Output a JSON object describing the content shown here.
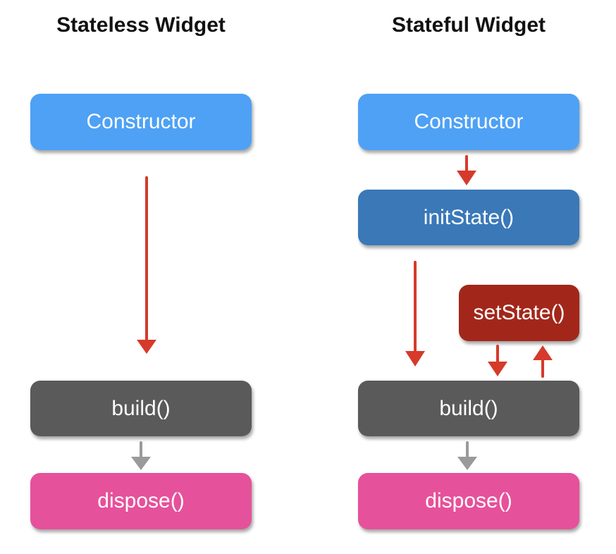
{
  "left": {
    "title": "Stateless Widget",
    "constructor": "Constructor",
    "build": "build()",
    "dispose": "dispose()"
  },
  "right": {
    "title": "Stateful Widget",
    "constructor": "Constructor",
    "init_state": "initState()",
    "set_state": "setState()",
    "build": "build()",
    "dispose": "dispose()"
  },
  "colors": {
    "constructor": "#4ea1f5",
    "init_state": "#3a78b8",
    "set_state": "#a2271a",
    "build": "#5a5a5a",
    "dispose": "#e6519b",
    "red_arrow": "#d63a2a",
    "gray_arrow": "#9a9a9a"
  }
}
